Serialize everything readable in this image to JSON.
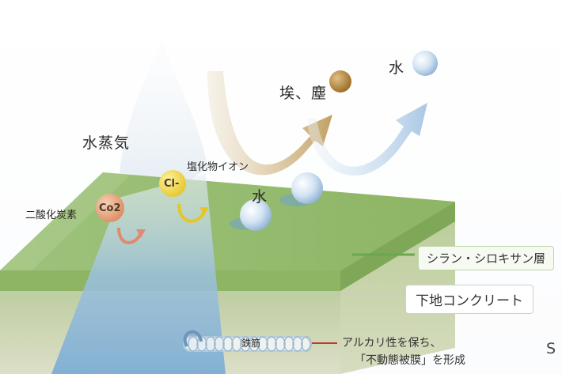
{
  "labels": {
    "steam": "水蒸気",
    "dust": "埃、塵",
    "water_top": "水",
    "chloride": "塩化物イオン",
    "chloride_symbol": "Cl-",
    "water_surface": "水",
    "co2_symbol": "Co2",
    "co2": "二酸化炭素",
    "silane_layer": "シラン・シロキサン層",
    "base_concrete": "下地コンクリート",
    "rebar": "鉄筋",
    "alkali_line1": "アルカリ性を保ち、",
    "alkali_line2": "「不動態被膜」を形成",
    "corner_partial": "S"
  },
  "colors": {
    "layer_green": "#8cb363",
    "concrete_top": "#a9c789",
    "concrete_side": "#cfd8b6",
    "concrete_front": "#c4d1a6",
    "steam_blue": "#8fb8d8",
    "dust_brown": "#b0894a",
    "water_blue": "#8eb7dd",
    "cl_yellow": "#e9d23c",
    "co2_peach": "#e2a07a",
    "rebar_red": "#c0392b",
    "silane_line": "#6aa84f"
  }
}
